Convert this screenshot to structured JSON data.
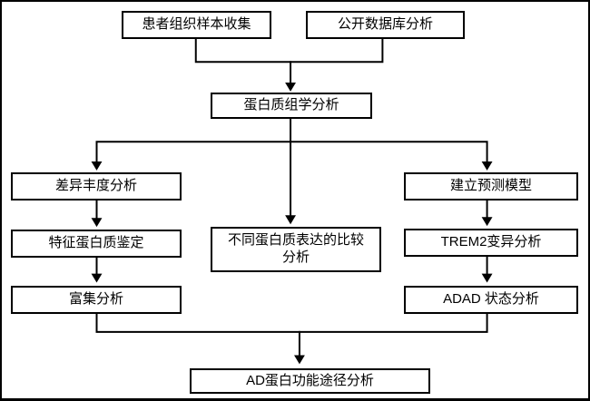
{
  "diagram": {
    "type": "flowchart",
    "colors": {
      "background": "#ffffff",
      "line": "#000000",
      "box_border": "#000000",
      "box_fill": "#ffffff",
      "text": "#000000"
    },
    "nodes": {
      "patient_sample": {
        "label": "患者组织样本收集"
      },
      "public_db": {
        "label": "公开数据库分析"
      },
      "proteomics": {
        "label": "蛋白质组学分析"
      },
      "diff_abundance": {
        "label": "差异丰度分析"
      },
      "feature_protein": {
        "label": "特征蛋白质鉴定"
      },
      "enrichment": {
        "label": "富集分析"
      },
      "comparison": {
        "label": "不同蛋白质表达的比较\n分析"
      },
      "prediction_model": {
        "label": "建立预测模型"
      },
      "trem2": {
        "label": "TREM2变异分析"
      },
      "adad": {
        "label": "ADAD 状态分析"
      },
      "ad_pathway": {
        "label": "AD蛋白功能途径分析"
      }
    },
    "edges": [
      {
        "from": "患者组织样本收集",
        "to": "蛋白质组学分析"
      },
      {
        "from": "公开数据库分析",
        "to": "蛋白质组学分析"
      },
      {
        "from": "蛋白质组学分析",
        "to": "差异丰度分析"
      },
      {
        "from": "蛋白质组学分析",
        "to": "不同蛋白质表达的比较分析"
      },
      {
        "from": "蛋白质组学分析",
        "to": "建立预测模型"
      },
      {
        "from": "差异丰度分析",
        "to": "特征蛋白质鉴定"
      },
      {
        "from": "特征蛋白质鉴定",
        "to": "富集分析"
      },
      {
        "from": "建立预测模型",
        "to": "TREM2变异分析"
      },
      {
        "from": "TREM2变异分析",
        "to": "ADAD 状态分析"
      },
      {
        "from": "富集分析",
        "to": "AD蛋白功能途径分析"
      },
      {
        "from": "ADAD 状态分析",
        "to": "AD蛋白功能途径分析"
      }
    ]
  }
}
